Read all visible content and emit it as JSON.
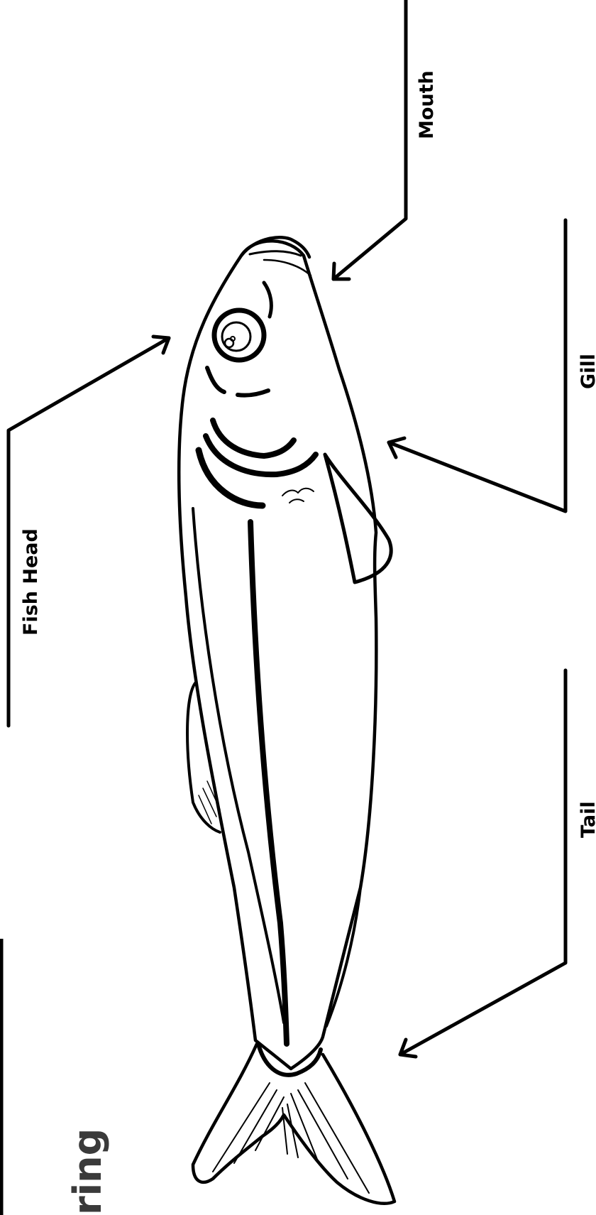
{
  "title": {
    "text_partial": "ring"
  },
  "labels": {
    "mouth": "Mouth",
    "gill": "Gill",
    "fish_head": "Fish Head",
    "tail": "Tail"
  },
  "colors": {
    "ink": "#000000",
    "title_ink": "#3a3a3a",
    "background": "#ffffff"
  }
}
